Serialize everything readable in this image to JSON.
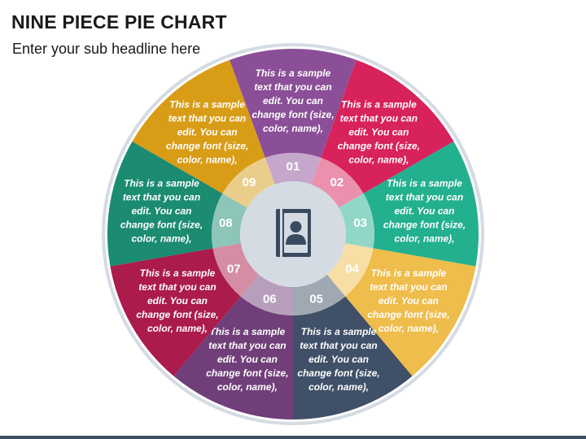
{
  "header": {
    "title": "NINE PIECE PIE CHART",
    "subtitle": "Enter your sub headline here"
  },
  "center_icon": "contact-book-icon",
  "colors": {
    "outer_ring": "#d4dbe3",
    "hub": "#d4dbe3",
    "icon": "#3a4a5e",
    "text": "#ffffff",
    "bottom_bar": "#3c4e63"
  },
  "segments": [
    {
      "number": "01",
      "color": "#8b4f98",
      "inner": "#c5a7cb",
      "text": [
        "This is a sample",
        "text that you can",
        "edit. You can",
        "change font (size,",
        "color, name),"
      ]
    },
    {
      "number": "02",
      "color": "#d8225c",
      "inner": "#eb90ad",
      "text": [
        "This is a sample",
        "text that you can",
        "edit. You can",
        "change font (size,",
        "color, name),"
      ]
    },
    {
      "number": "03",
      "color": "#23b08f",
      "inner": "#91d7c7",
      "text": [
        "This is a sample",
        "text that you can",
        "edit. You can",
        "change font (size,",
        "color, name),"
      ]
    },
    {
      "number": "04",
      "color": "#efbd4b",
      "inner": "#f7dea5",
      "text": [
        "This is a sample",
        "text that you can",
        "edit. You can",
        "change font (size,",
        "color, name),"
      ]
    },
    {
      "number": "05",
      "color": "#3f5068",
      "inner": "#9fa8b3",
      "text": [
        "This is a sample",
        "text that you can",
        "edit. You can",
        "change font (size,",
        "color, name),"
      ]
    },
    {
      "number": "06",
      "color": "#703f7a",
      "inner": "#b79fbc",
      "text": [
        "This is a sample",
        "text that you can",
        "edit. You can",
        "change font (size,",
        "color, name),"
      ]
    },
    {
      "number": "07",
      "color": "#ab1b4c",
      "inner": "#d58da5",
      "text": [
        "This is a sample",
        "text that you can",
        "edit. You can",
        "change font (size,",
        "color, name),"
      ]
    },
    {
      "number": "08",
      "color": "#1b8b72",
      "inner": "#8dc5b8",
      "text": [
        "This is a sample",
        "text that you can",
        "edit. You can",
        "change font (size,",
        "color, name),"
      ]
    },
    {
      "number": "09",
      "color": "#d89c17",
      "inner": "#ebcd8b",
      "text": [
        "This is a sample",
        "text that you can",
        "edit. You can",
        "change font (size,",
        "color, name),"
      ]
    }
  ]
}
